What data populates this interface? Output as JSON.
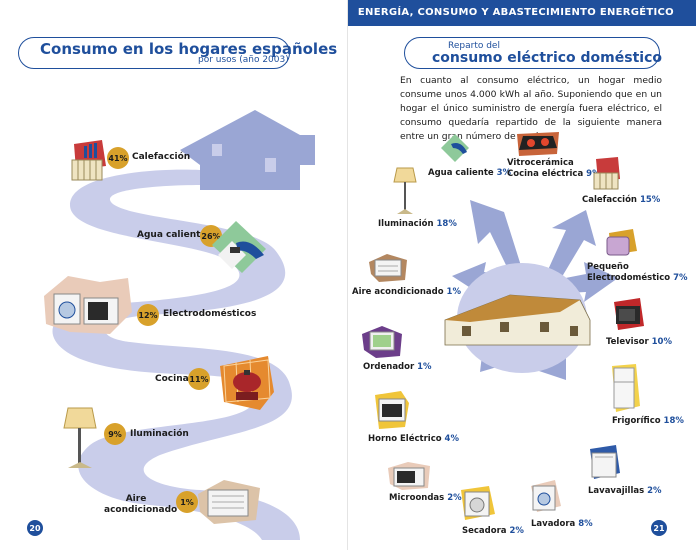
{
  "header": {
    "section": "ENERGÍA, CONSUMO Y ABASTECIMIENTO ENERGÉTICO"
  },
  "left_page": {
    "title": "Consumo en los hogares españoles",
    "subtitle": "por usos (año 2003)",
    "items": [
      {
        "label": "Calefacción",
        "pct": "41%"
      },
      {
        "label": "Agua caliente",
        "pct": "26%"
      },
      {
        "label": "Electrodomésticos",
        "pct": "12%"
      },
      {
        "label": "Cocina",
        "pct": "11%"
      },
      {
        "label": "Iluminación",
        "pct": "9%"
      },
      {
        "label_line1": "Aire",
        "label_line2": "acondicionado",
        "pct": "1%"
      }
    ],
    "page_number": "20"
  },
  "right_page": {
    "small_title": "Reparto del",
    "title": "consumo eléctrico doméstico",
    "intro": "En cuanto al consumo eléctrico, un hogar medio consume unos 4.000 kWh al año. Suponiendo que en un hogar el único suministro de energía fuera eléctrico, el consumo quedaría repartido de la siguiente manera entre un gran número de equipos:",
    "items": {
      "agua_caliente": {
        "label": "Agua caliente",
        "pct": "3%"
      },
      "vitro": {
        "label_line1": "Vitrocerámica",
        "label_line2": "Cocina eléctrica",
        "pct": "9%"
      },
      "calefaccion": {
        "label": "Calefacción",
        "pct": "15%"
      },
      "iluminacion": {
        "label": "Iluminación",
        "pct": "18%"
      },
      "pequeno": {
        "label_line1": "Pequeño",
        "label_line2": "Electrodoméstico",
        "pct": "7%"
      },
      "aire": {
        "label": "Aire acondicionado",
        "pct": "1%"
      },
      "televisor": {
        "label": "Televisor",
        "pct": "10%"
      },
      "ordenador": {
        "label": "Ordenador",
        "pct": "1%"
      },
      "frigorifico": {
        "label": "Frigorífico",
        "pct": "18%"
      },
      "horno": {
        "label": "Horno Eléctrico",
        "pct": "4%"
      },
      "lavavajillas": {
        "label": "Lavavajillas",
        "pct": "2%"
      },
      "microondas": {
        "label": "Microondas",
        "pct": "2%"
      },
      "lavadora": {
        "label": "Lavadora",
        "pct": "8%"
      },
      "secadora": {
        "label": "Secadora",
        "pct": "2%"
      }
    },
    "page_number": "21"
  },
  "colors": {
    "brand_blue": "#1f4f9c",
    "coin_gold": "#d8a12b",
    "path_lavender": "#c9cdea",
    "house_blue": "#9aa6d4"
  }
}
